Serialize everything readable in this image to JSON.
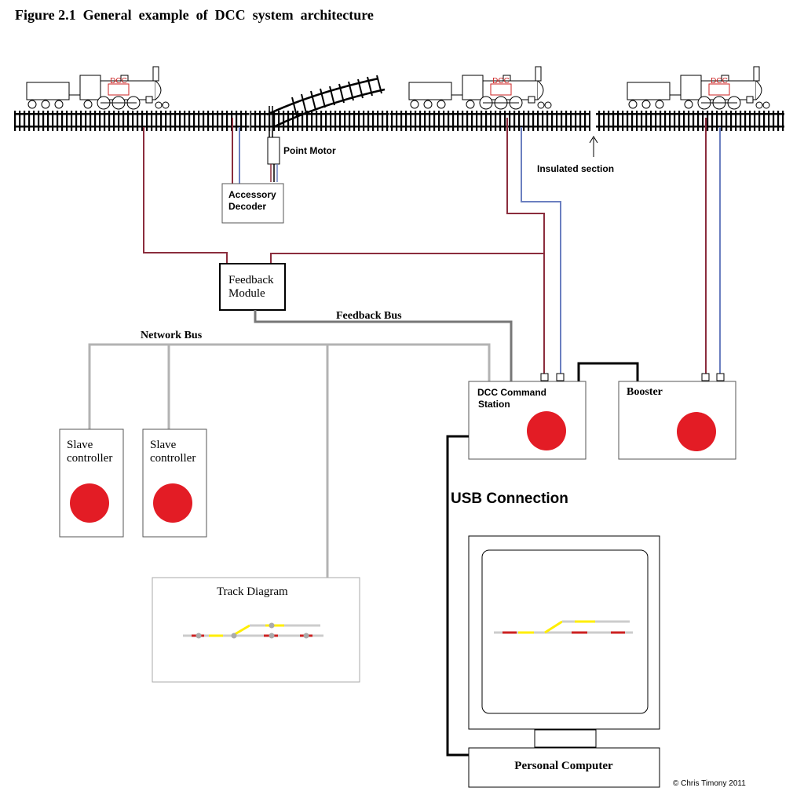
{
  "figure": {
    "title": "Figure 2.1  General  example  of  DCC  system  architecture",
    "copyright": "© Chris Timony 2011"
  },
  "locomotives": {
    "badge": "DCC",
    "count": 3
  },
  "track": {
    "point_motor_label": "Point Motor",
    "insulated_section_label": "Insulated section"
  },
  "accessory_decoder": {
    "line1": "Accessory",
    "line2": "Decoder"
  },
  "feedback_module": {
    "line1": "Feedback",
    "line2": "Module"
  },
  "buses": {
    "feedback_bus_label": "Feedback Bus",
    "network_bus_label": "Network Bus",
    "usb_label": "USB Connection"
  },
  "command_station": {
    "line1": "DCC Command",
    "line2": "Station"
  },
  "booster": {
    "label": "Booster"
  },
  "slave_controllers": [
    {
      "line1": "Slave",
      "line2": "controller"
    },
    {
      "line1": "Slave",
      "line2": "controller"
    }
  ],
  "track_diagram": {
    "label": "Track Diagram"
  },
  "personal_computer": {
    "label": "Personal Computer"
  },
  "colors": {
    "rail_wire": "#8b2d3d",
    "blue_wire": "#6b7fc0",
    "bus_grey": "#b3b3b3",
    "feedback_bus": "#777777",
    "knob_red": "#e31c25",
    "signal_yellow": "#ffee00",
    "loco_badge": "#cc2222"
  }
}
